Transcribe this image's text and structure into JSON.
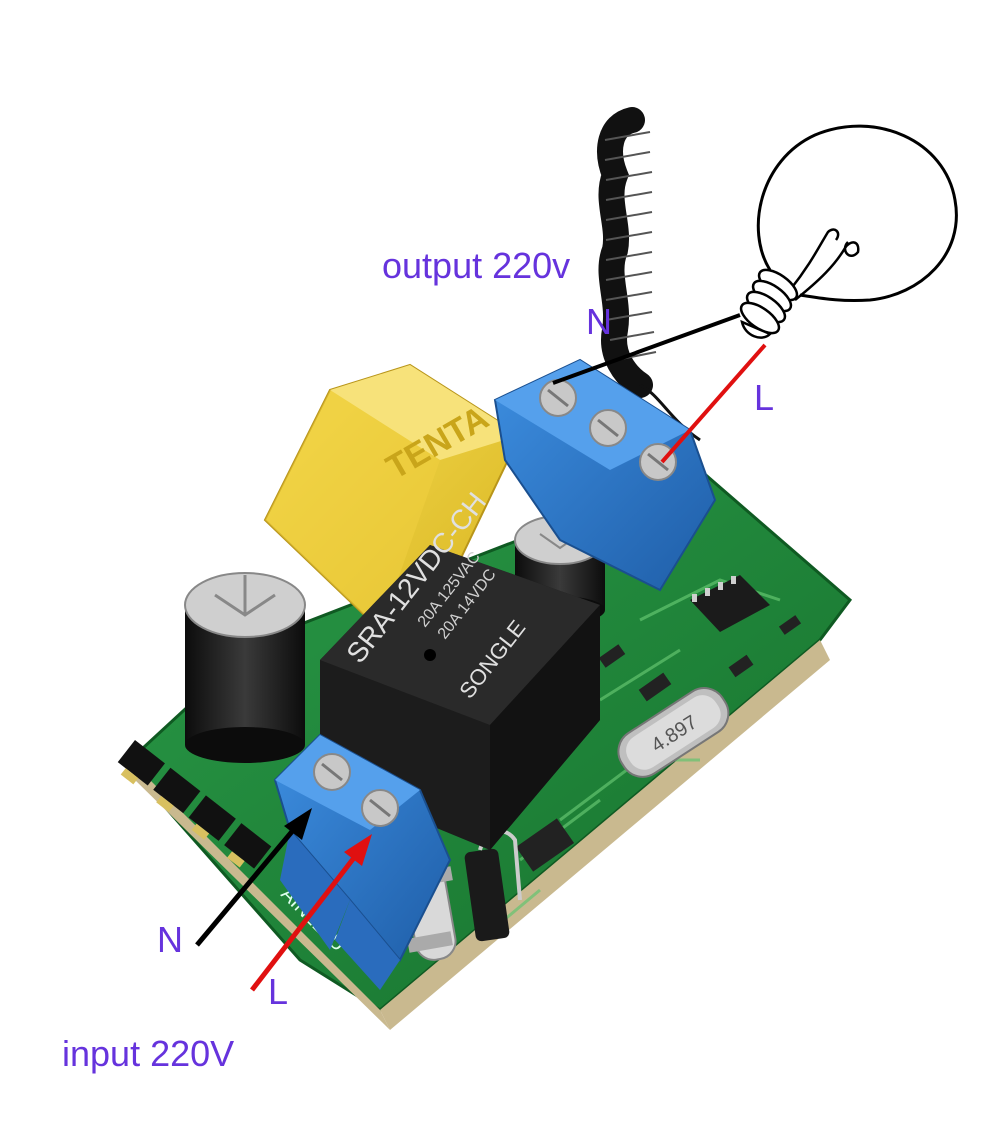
{
  "labels": {
    "output_title": "output 220v",
    "output_n": "N",
    "output_l": "L",
    "input_title": "input 220V",
    "input_n": "N",
    "input_l": "L"
  },
  "markings": {
    "capacitor_brand": "TENTA",
    "relay_model": "SRA-12VDC-CH",
    "relay_rating_1": "20A 14VDC",
    "relay_rating_2": "20A 125VAC",
    "relay_brand": "SONGLE",
    "crystal": "4.897",
    "board": "AIN220U"
  },
  "colors": {
    "label_text": "#6633dd",
    "neutral_wire": "#000000",
    "live_wire": "#e01010",
    "pcb_green": "#1f8a3a",
    "terminal_blue": "#2f78c8",
    "capacitor_yellow": "#f2d23a",
    "relay_black": "#1c1c1c"
  }
}
